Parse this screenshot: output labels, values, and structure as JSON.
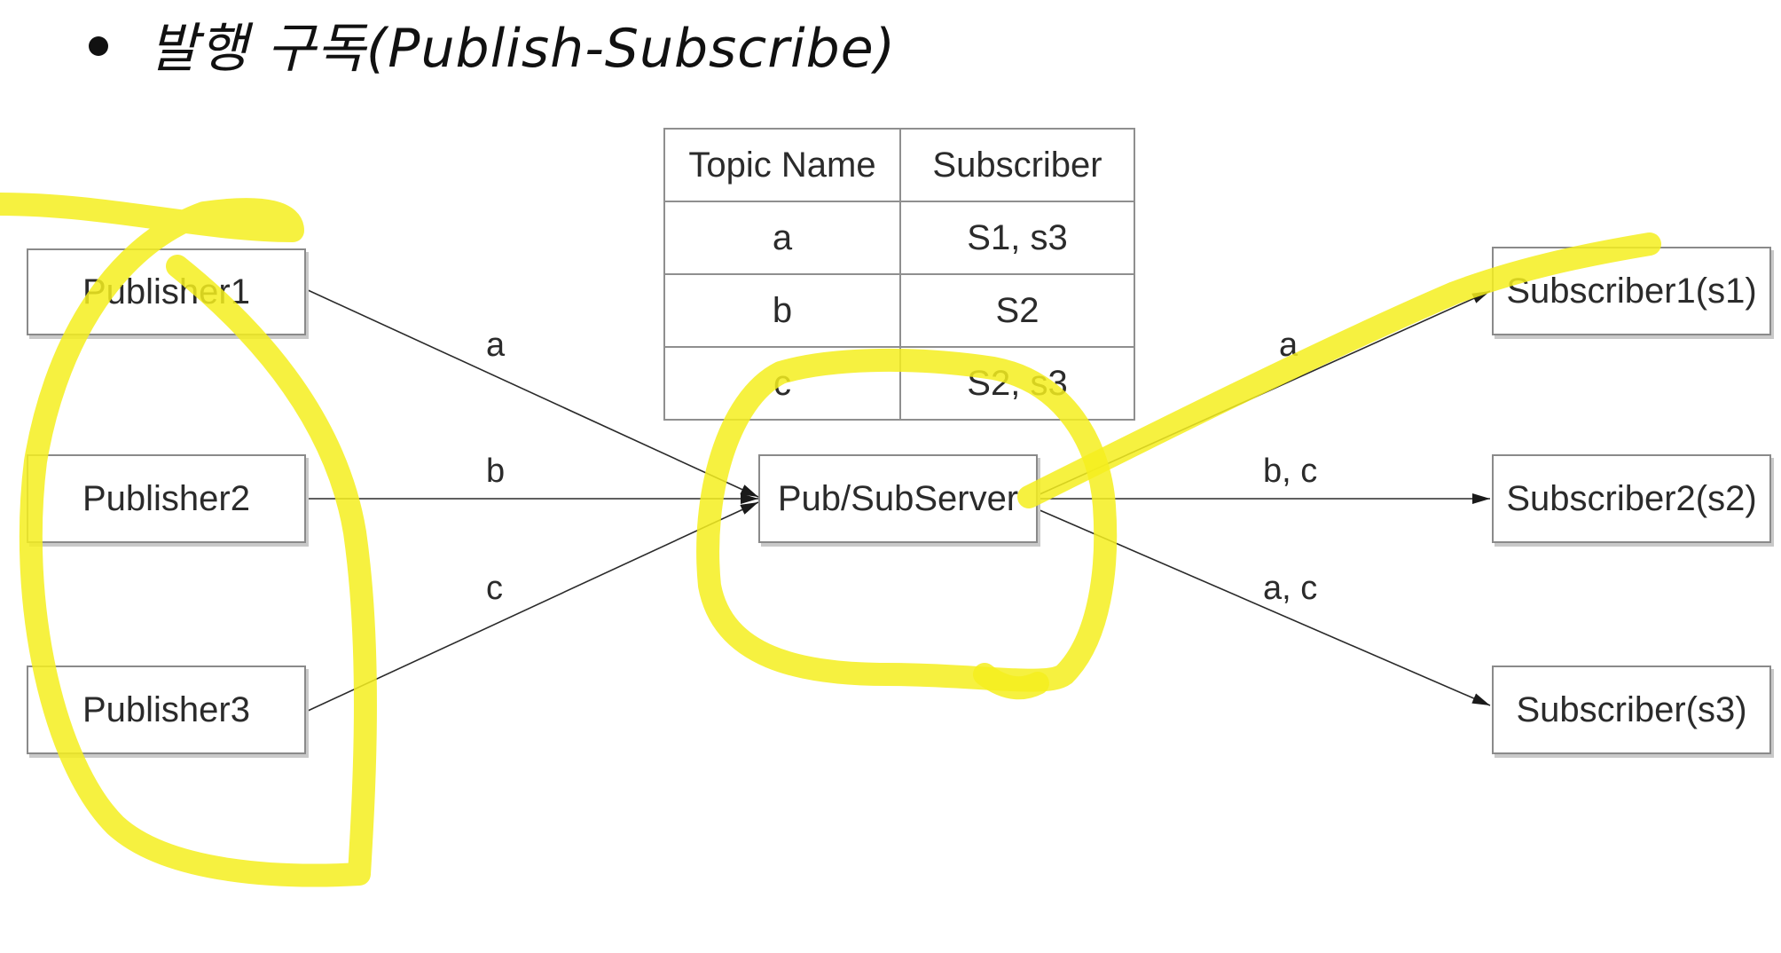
{
  "title": "발행 구독(Publish-Subscribe)",
  "topic_table": {
    "headers": [
      "Topic Name",
      "Subscriber"
    ],
    "rows": [
      [
        "a",
        "S1, s3"
      ],
      [
        "b",
        "S2"
      ],
      [
        "c",
        "S2, s3"
      ]
    ]
  },
  "publishers": [
    "Publisher1",
    "Publisher2",
    "Publisher3"
  ],
  "server": "Pub/SubServer",
  "subscribers": [
    "Subscriber1(s1)",
    "Subscriber2(s2)",
    "Subscriber(s3)"
  ],
  "edge_labels": {
    "p1": "a",
    "p2": "b",
    "p3": "c",
    "s1": "a",
    "s2": "b, c",
    "s3": "a, c"
  },
  "highlight_color": "#f5ee1f"
}
